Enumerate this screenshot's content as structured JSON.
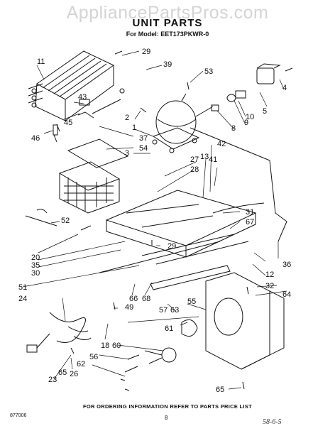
{
  "watermark": "AppliancePartsPros.com",
  "header": {
    "title": "UNIT PARTS",
    "model": "For Model: EET173PKWR-0"
  },
  "footer": {
    "ordering_note": "FOR ORDERING INFORMATION REFER TO PARTS PRICE LIST",
    "doc_number": "877006",
    "page_number": "8",
    "handwritten_note": "58-6-5"
  },
  "callouts": [
    "1",
    "2",
    "3",
    "4",
    "5",
    "8",
    "9",
    "10",
    "11",
    "12",
    "13",
    "18",
    "20",
    "23",
    "24",
    "26",
    "27",
    "28",
    "29",
    "29",
    "30",
    "31",
    "32",
    "35",
    "36",
    "37",
    "39",
    "41",
    "42",
    "43",
    "45",
    "46",
    "49",
    "51",
    "52",
    "53",
    "54",
    "55",
    "56",
    "57",
    "60",
    "61",
    "62",
    "63",
    "64",
    "65",
    "65",
    "66",
    "67",
    "68"
  ]
}
